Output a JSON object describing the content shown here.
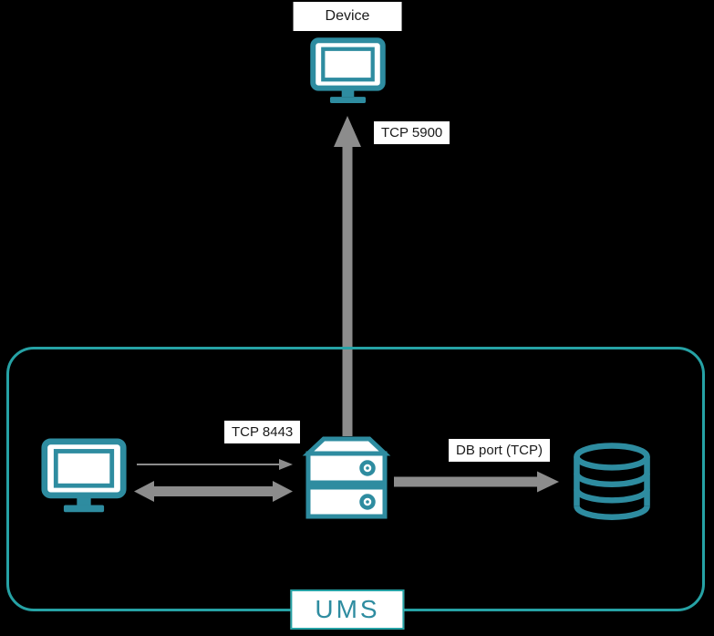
{
  "colors": {
    "background": "#000000",
    "teal": "#2e8ca0",
    "container_border": "#26a2a5",
    "arrow": "#8c8c8c",
    "label_bg": "#ffffff",
    "label_text": "#1a1a1a"
  },
  "nodes": {
    "device": {
      "label": "Device",
      "icon": "monitor-icon"
    },
    "admin_console": {
      "icon": "monitor-icon"
    },
    "ums_server": {
      "icon": "server-icon"
    },
    "database": {
      "icon": "database-icon"
    }
  },
  "connections": {
    "server_to_device": {
      "label": "TCP 5900",
      "direction": "up"
    },
    "console_to_server": {
      "label": "TCP 8443",
      "direction": "right"
    },
    "console_server_bidirectional": {
      "direction": "both"
    },
    "server_to_database": {
      "label": "DB port (TCP)",
      "direction": "right"
    }
  },
  "container": {
    "label": "UMS"
  }
}
